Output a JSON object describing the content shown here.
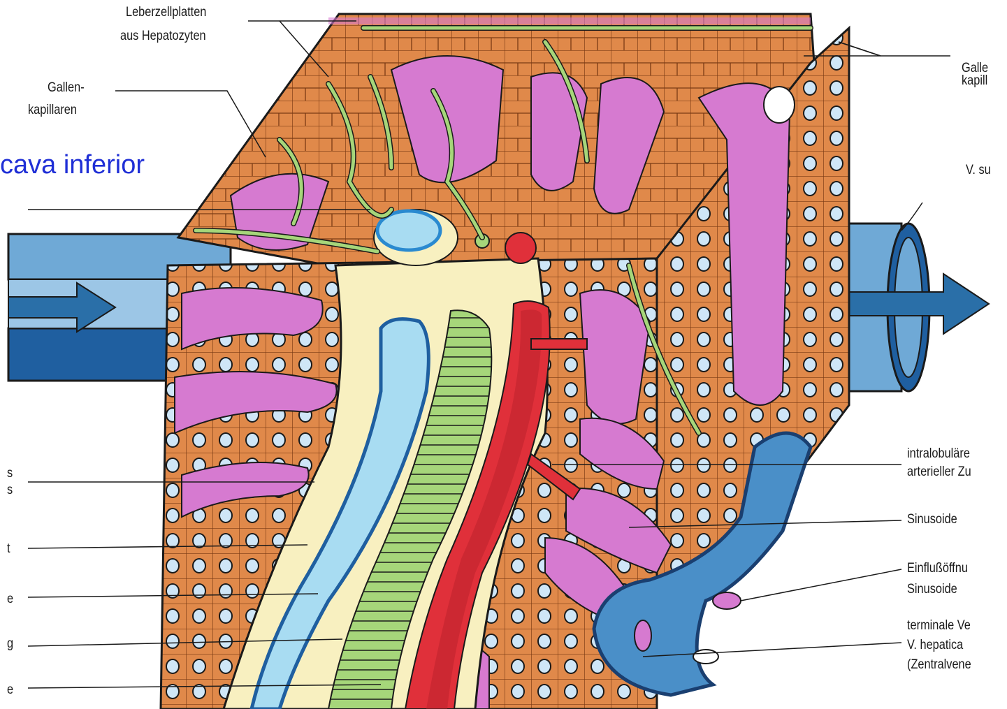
{
  "colors": {
    "hepatocyte": "#e0894a",
    "sinusoid": "#d67ad0",
    "bile": "#a6d67a",
    "vein": "#6fa9d6",
    "vein_dark": "#1f5fa0",
    "artery": "#e0303a",
    "stroma": "#f8f0c0",
    "nucleus": "#cfe6f7"
  },
  "labels": {
    "leberzellplatten_1": "Leberzellplatten",
    "leberzellplatten_2": "aus Hepatozyten",
    "gallen_top_1": "Gallen-",
    "gallen_top_2": "kapillaren",
    "vena_cava": "cava inferior",
    "galle_right_1": "Galle",
    "galle_right_2": "kapill",
    "v_su": "V. su",
    "cut_s1": "s",
    "cut_s2": "s",
    "cut_t": "t",
    "cut_e1": "e",
    "cut_g": "g",
    "cut_e2": "e",
    "intralobulare_1": "intralobuläre",
    "intralobulare_2": "arterieller Zu",
    "sinusoide": "Sinusoide",
    "einfluss_1": "Einflußöffnu",
    "einfluss_2": "Sinusoide",
    "terminale_1": "terminale Ve",
    "terminale_2": "V. hepatica",
    "terminale_3": "(Zentralvene"
  }
}
